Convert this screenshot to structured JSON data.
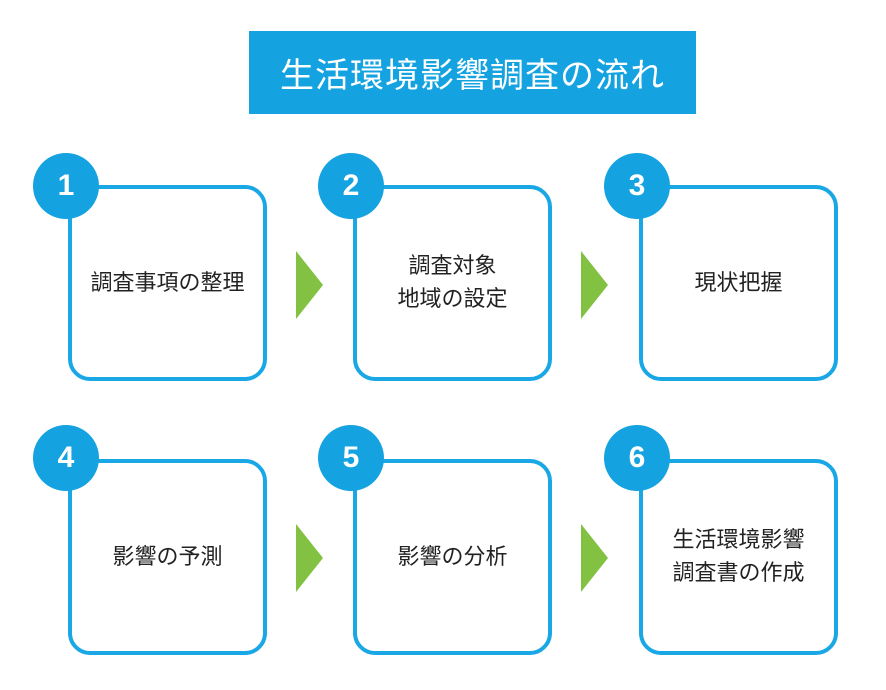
{
  "title": "生活環境影響調査の流れ",
  "colors": {
    "accent": "#14a3e0",
    "box_border": "#1aa7e6",
    "arrow": "#82c142"
  },
  "steps": [
    {
      "number": "1",
      "label": "調査事項の整理"
    },
    {
      "number": "2",
      "label": "調査対象\n地域の設定"
    },
    {
      "number": "3",
      "label": "現状把握"
    },
    {
      "number": "4",
      "label": "影響の予測"
    },
    {
      "number": "5",
      "label": "影響の分析"
    },
    {
      "number": "6",
      "label": "生活環境影響\n調査書の作成"
    }
  ]
}
